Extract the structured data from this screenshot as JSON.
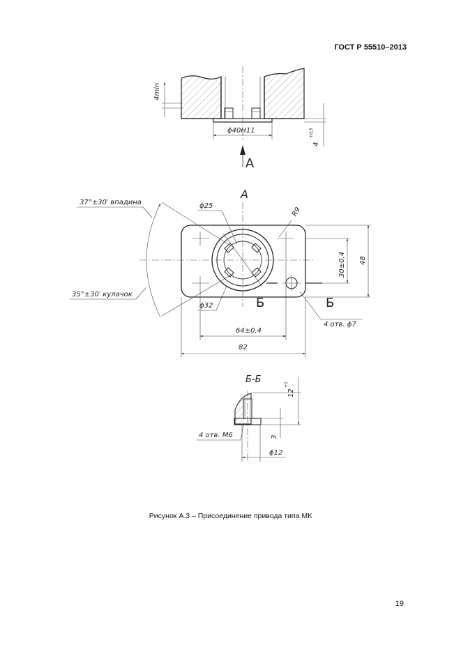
{
  "document": {
    "header": "ГОСТ Р 55510–2013",
    "caption": "Рисунок А.3 – Присоединение привода типа МК",
    "page_number": "19"
  },
  "drawing": {
    "top_view": {
      "dim_4min": "4min",
      "dim_bore": "ϕ40H11",
      "dim_depth": "4",
      "dim_depth_tol": "+0,5",
      "view_arrow_label": "A"
    },
    "view_a": {
      "title": "A",
      "angle_valley": "37°±30′ впадина",
      "angle_cam": "35°±30′ кулачок",
      "dim_d25": "ϕ25",
      "dim_r9": "R9",
      "dim_d32": "ϕ32",
      "dim_30": "30±0,4",
      "dim_48": "48",
      "dim_64": "64±0,4",
      "dim_82": "82",
      "holes": "4 отв. ϕ7",
      "section_mark_left": "Б",
      "section_mark_right": "Б"
    },
    "section_bb": {
      "title": "Б-Б",
      "dim_12": "12",
      "dim_12_tol": "+1",
      "dim_3": "3",
      "thread": "4 отв. М6",
      "dim_d12": "ϕ12"
    }
  }
}
